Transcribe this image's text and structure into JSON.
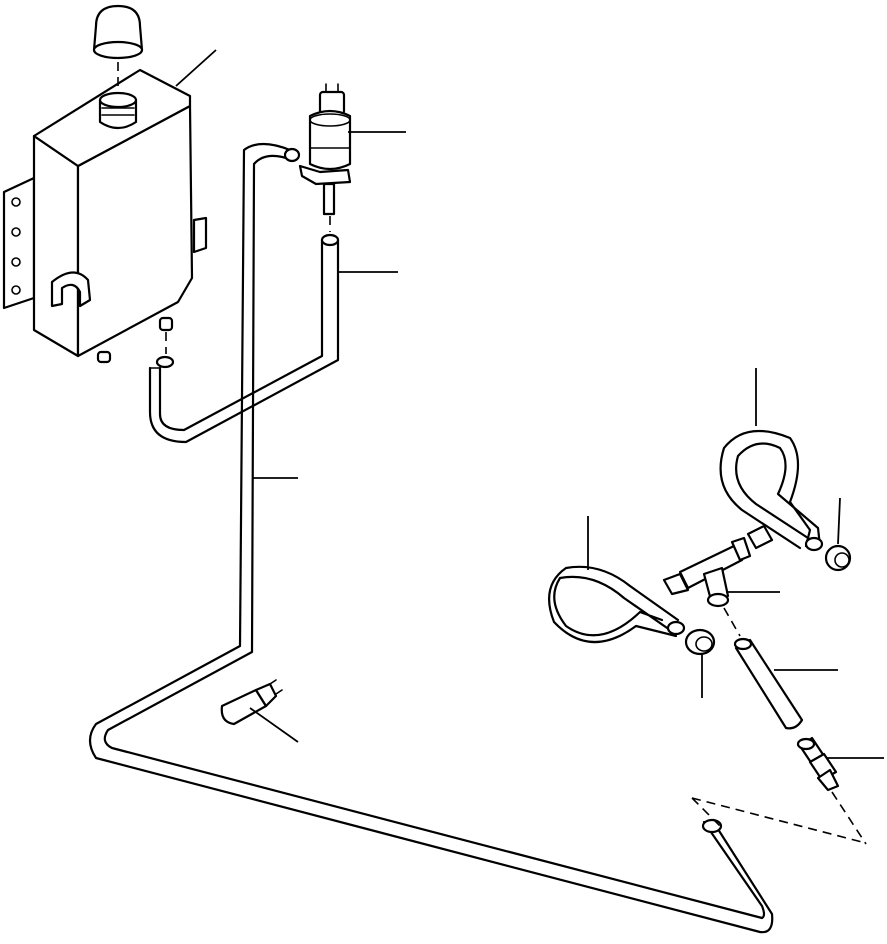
{
  "diagram": {
    "labels": [],
    "parts": [
      "washer-tank",
      "tank-cap",
      "washer-pump",
      "pump-to-tank-hose",
      "main-supply-hose",
      "check-valve",
      "hose-loop-left",
      "hose-loop-right",
      "tee-connector",
      "grommet-left",
      "grommet-right",
      "short-hose",
      "hose-joint"
    ]
  }
}
